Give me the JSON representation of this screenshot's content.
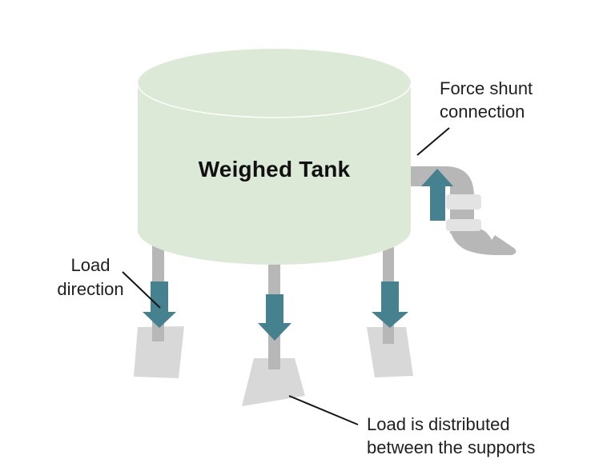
{
  "colors": {
    "background": "#ffffff",
    "tank_fill": "#dde9d7",
    "tank_rim_highlight": "#ffffff",
    "support_gray": "#b7b7b7",
    "foot_gray": "#d8d8d8",
    "pipe_gray": "#b7b7b7",
    "flange_gray": "#e3e3e3",
    "arrow_teal": "#45818e",
    "text": "#1f1f1f",
    "leader_line": "#141414"
  },
  "tank": {
    "label": "Weighed Tank"
  },
  "annotations": {
    "force_shunt": {
      "line1": "Force shunt",
      "line2": "connection"
    },
    "load_direction": {
      "line1": "Load",
      "line2": "direction"
    },
    "load_distributed": {
      "line1": "Load is distributed",
      "line2": "between the supports"
    }
  },
  "figures": {
    "supports_count": 3,
    "load_arrows_count": 3,
    "pipe_arrows_count": 1
  }
}
